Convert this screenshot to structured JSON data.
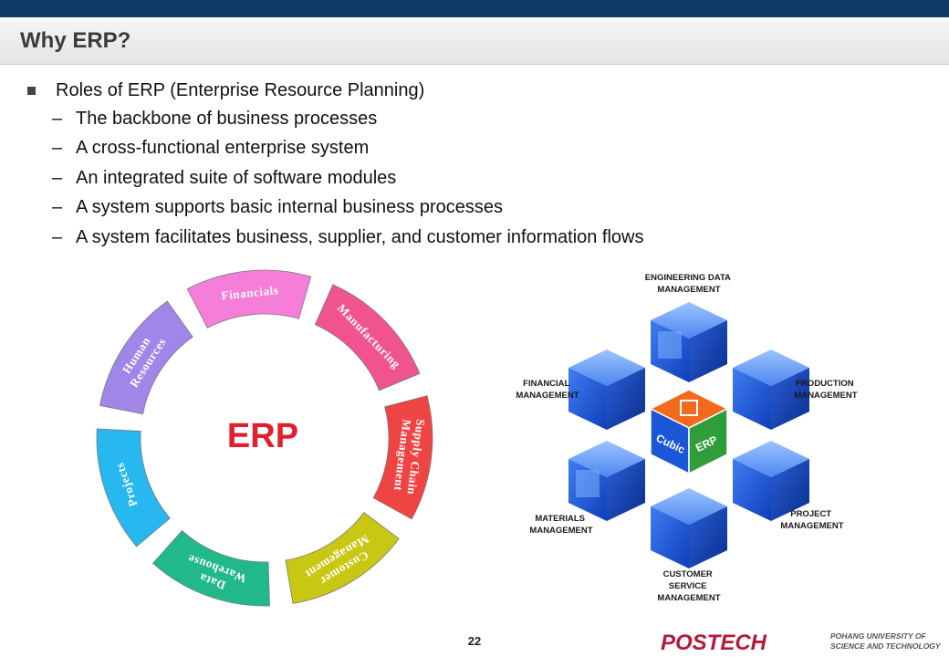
{
  "slide": {
    "title": "Why ERP?",
    "number": "22"
  },
  "bullets": {
    "main": "Roles of ERP (Enterprise Resource Planning)",
    "sub": [
      "The backbone of business processes",
      "A cross-functional enterprise system",
      "An integrated suite of software modules",
      "A system supports basic internal business processes",
      "A system facilitates business, supplier, and customer information flows"
    ]
  },
  "wheel": {
    "center": "ERP",
    "segments": [
      {
        "label": [
          "Manufacturing"
        ],
        "color": "#f0548f"
      },
      {
        "label": [
          "Supply Chain",
          "Management"
        ],
        "color": "#ef4444"
      },
      {
        "label": [
          "Customer",
          "Management"
        ],
        "color": "#c8c714"
      },
      {
        "label": [
          "Data",
          "Warehouse"
        ],
        "color": "#21b98a"
      },
      {
        "label": [
          "Projects"
        ],
        "color": "#26b8ee"
      },
      {
        "label": [
          "Human",
          "Resources"
        ],
        "color": "#9f86e8"
      },
      {
        "label": [
          "Financials"
        ],
        "color": "#f57ed8"
      }
    ]
  },
  "cubic": {
    "captions": {
      "engineering": [
        "ENGINEERING DATA",
        "MANAGEMENT"
      ],
      "production": [
        "PRODUCTION",
        "MANAGEMENT"
      ],
      "project": [
        "PROJECT",
        "MANAGEMENT"
      ],
      "customer": [
        "CUSTOMER",
        "SERVICE",
        "MANAGEMENT"
      ],
      "materials": [
        "MATERIALS",
        "MANAGEMENT"
      ],
      "financial": [
        "FINANCIAL",
        "MANAGEMENT"
      ]
    },
    "center_labels": [
      "Cubic",
      "ERP"
    ],
    "colors": {
      "blue": "#1a56d6",
      "orange": "#f26a1b",
      "green": "#2f9d3a"
    }
  },
  "footer": {
    "logo_text": "POSTECH",
    "university_lines": [
      "POHANG UNIVERSITY OF",
      "SCIENCE AND TECHNOLOGY"
    ],
    "logo_color": "#b31b3c"
  }
}
